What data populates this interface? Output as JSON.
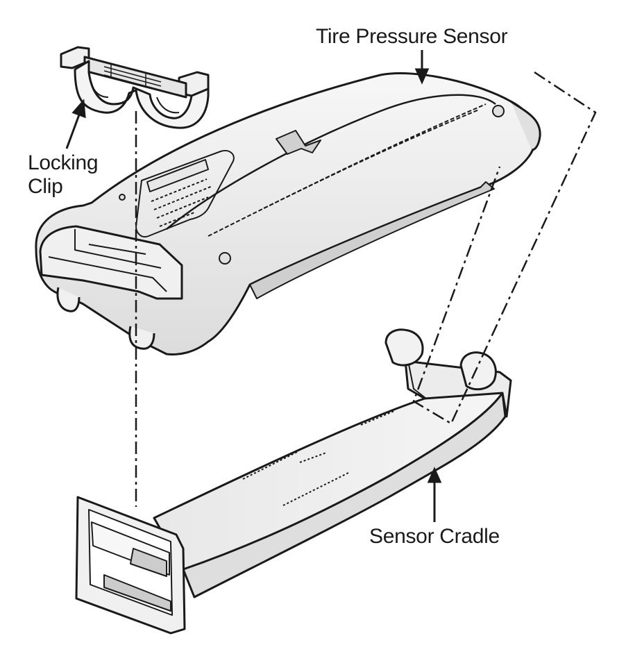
{
  "figure": {
    "labels": {
      "tire_pressure_sensor": "Tire Pressure Sensor",
      "locking_clip_line1": "Locking",
      "locking_clip_line2": "Clip",
      "sensor_cradle": "Sensor Cradle"
    },
    "colors": {
      "line": "#1a1a1a",
      "body_light": "#f2f2f2",
      "body_shade": "#d9d9d9",
      "body_dark": "#bfbfbf"
    }
  }
}
